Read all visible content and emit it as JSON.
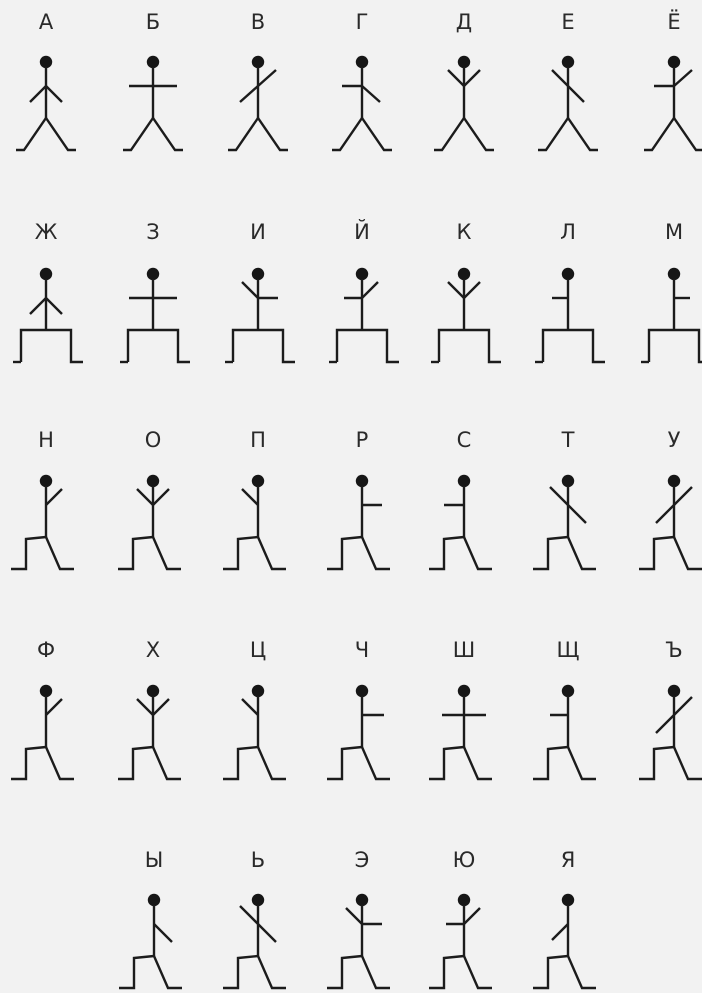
{
  "rows": [
    [
      {
        "letter": "А",
        "left": [
          -16,
          16
        ],
        "right": [
          16,
          16
        ]
      },
      {
        "letter": "Б",
        "left": [
          -24,
          0
        ],
        "right": [
          24,
          0
        ]
      },
      {
        "letter": "В",
        "left": [
          -18,
          16
        ],
        "right": [
          18,
          -16
        ]
      },
      {
        "letter": "Г",
        "left": [
          -20,
          0
        ],
        "right": [
          18,
          16
        ]
      },
      {
        "letter": "Д",
        "left": [
          -16,
          -16
        ],
        "right": [
          16,
          -16
        ]
      },
      {
        "letter": "Е",
        "left": [
          -16,
          -16
        ],
        "right": [
          16,
          16
        ]
      },
      {
        "letter": "Ё",
        "left": [
          -20,
          0
        ],
        "right": [
          18,
          -16
        ]
      }
    ],
    [
      {
        "letter": "Ж",
        "left": [
          -16,
          16
        ],
        "right": [
          16,
          16
        ]
      },
      {
        "letter": "З",
        "left": [
          -24,
          0
        ],
        "right": [
          24,
          0
        ]
      },
      {
        "letter": "И",
        "left": [
          -16,
          -16
        ],
        "right": [
          20,
          0
        ]
      },
      {
        "letter": "Й",
        "left": [
          -18,
          0
        ],
        "right": [
          16,
          -16
        ]
      },
      {
        "letter": "К",
        "left": [
          -16,
          -16
        ],
        "right": [
          16,
          -16
        ]
      },
      {
        "letter": "Л",
        "left": [
          -16,
          0
        ],
        "right": null
      },
      {
        "letter": "М",
        "left": null,
        "right": [
          16,
          0
        ]
      }
    ],
    [
      {
        "letter": "Н",
        "left": null,
        "right": [
          16,
          -16
        ]
      },
      {
        "letter": "О",
        "left": [
          -16,
          -16
        ],
        "right": [
          16,
          -16
        ]
      },
      {
        "letter": "П",
        "left": [
          -16,
          -16
        ],
        "right": null
      },
      {
        "letter": "Р",
        "left": null,
        "right": [
          20,
          0
        ]
      },
      {
        "letter": "С",
        "left": [
          -20,
          0
        ],
        "right": null
      },
      {
        "letter": "Т",
        "left": [
          -18,
          -18
        ],
        "right": [
          18,
          18
        ]
      },
      {
        "letter": "У",
        "left": [
          -18,
          18
        ],
        "right": [
          18,
          -18
        ]
      }
    ],
    [
      {
        "letter": "Ф",
        "left": null,
        "right": [
          16,
          -16
        ]
      },
      {
        "letter": "Х",
        "left": [
          -16,
          -16
        ],
        "right": [
          16,
          -16
        ]
      },
      {
        "letter": "Ц",
        "left": [
          -16,
          -16
        ],
        "right": null
      },
      {
        "letter": "Ч",
        "left": null,
        "right": [
          22,
          0
        ]
      },
      {
        "letter": "Ш",
        "left": [
          -22,
          0
        ],
        "right": [
          22,
          0
        ]
      },
      {
        "letter": "Щ",
        "left": [
          -18,
          0
        ],
        "right": null
      },
      {
        "letter": "Ъ",
        "left": [
          -18,
          18
        ],
        "right": [
          18,
          -18
        ]
      }
    ],
    [
      {
        "letter": "Ы",
        "left": null,
        "right": [
          18,
          18
        ]
      },
      {
        "letter": "Ь",
        "left": [
          -18,
          -18
        ],
        "right": [
          18,
          18
        ]
      },
      {
        "letter": "Э",
        "left": [
          -16,
          -16
        ],
        "right": [
          20,
          0
        ]
      },
      {
        "letter": "Ю",
        "left": [
          -18,
          0
        ],
        "right": [
          16,
          -16
        ]
      },
      {
        "letter": "Я",
        "left": [
          -16,
          16
        ],
        "right": null
      }
    ]
  ],
  "row_styles": [
    "stand",
    "squat",
    "lunge",
    "lunge",
    "lunge"
  ]
}
